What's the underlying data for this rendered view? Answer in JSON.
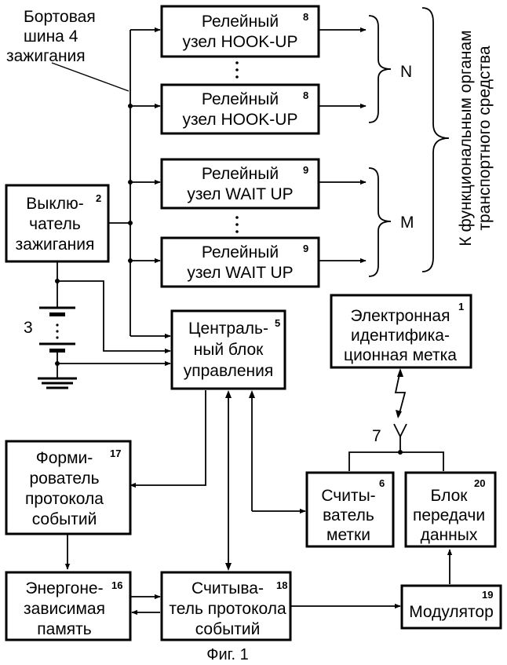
{
  "figure_caption": "Фиг. 1",
  "labels": {
    "bus": [
      "Бортовая",
      "шина 4",
      "зажигания"
    ],
    "battery_num": "3",
    "antenna_num": "7",
    "group_n": "N",
    "group_m": "M",
    "outputs": [
      "К функциональным органам",
      "транспортного средства"
    ],
    "dots": "."
  },
  "blocks": {
    "relay_hook_1": {
      "lines": [
        "Релейный",
        "узел  HOOK-UP"
      ],
      "num": "8"
    },
    "relay_hook_2": {
      "lines": [
        "Релейный",
        "узел  HOOK-UP"
      ],
      "num": "8"
    },
    "relay_wait_1": {
      "lines": [
        "Релейный",
        "узел  WAIT UP"
      ],
      "num": "9"
    },
    "relay_wait_2": {
      "lines": [
        "Релейный",
        "узел  WAIT UP"
      ],
      "num": "9"
    },
    "ignition_switch": {
      "lines": [
        "Выклю-",
        "чатель",
        "зажигания"
      ],
      "num": "2"
    },
    "central_unit": {
      "lines": [
        "Централь-",
        "ный блок",
        "управления"
      ],
      "num": "5"
    },
    "electronic_tag": {
      "lines": [
        "Электронная",
        "идентифика-",
        "ционная метка"
      ],
      "num": "1"
    },
    "event_former": {
      "lines": [
        "Форми-",
        "рователь",
        "протокола",
        "событий"
      ],
      "num": "17"
    },
    "tag_reader": {
      "lines": [
        "Считы-",
        "ватель",
        "метки"
      ],
      "num": "6"
    },
    "data_tx": {
      "lines": [
        "Блок",
        "передачи",
        "данных"
      ],
      "num": "20"
    },
    "nv_memory": {
      "lines": [
        "Энергоне-",
        "зависимая",
        "память"
      ],
      "num": "16"
    },
    "event_reader": {
      "lines": [
        "Считыва-",
        "тель протокола",
        "событий"
      ],
      "num": "18"
    },
    "modulator": {
      "lines": [
        "Модулятор"
      ],
      "num": "19"
    }
  }
}
